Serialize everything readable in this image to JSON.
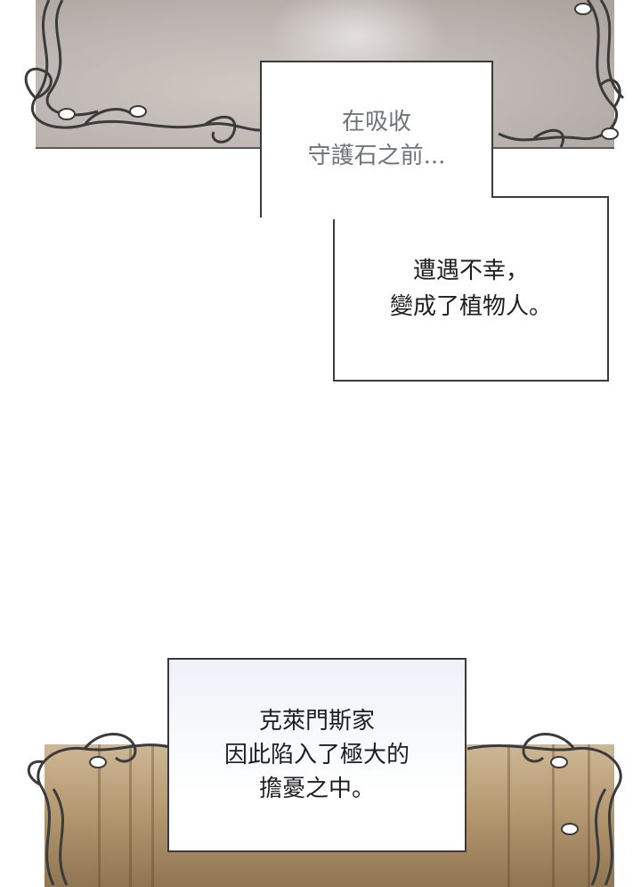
{
  "captions": {
    "first": [
      "在吸收",
      "守護石之前..."
    ],
    "second": [
      "遭遇不幸，",
      "變成了植物人。"
    ],
    "third": [
      "克萊門斯家",
      "因此陷入了極大的",
      "擔憂之中。"
    ]
  }
}
